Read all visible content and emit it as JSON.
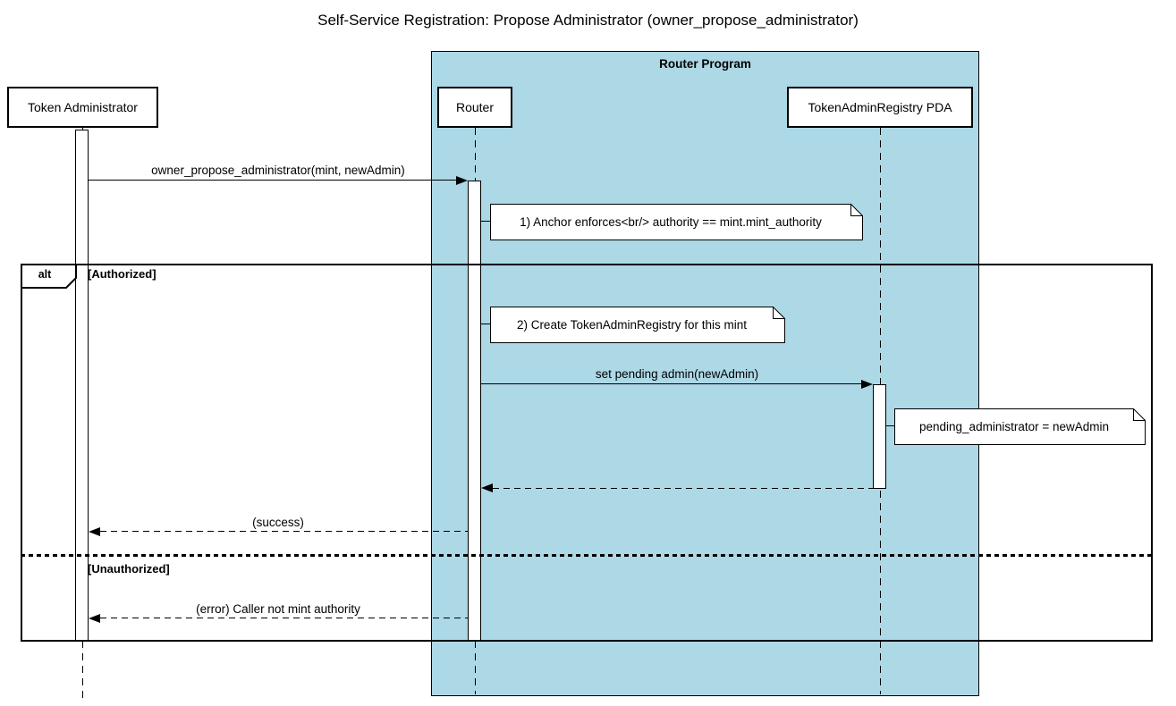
{
  "title": "Self-Service Registration: Propose Administrator (owner_propose_administrator)",
  "program_group": {
    "label": "Router Program",
    "fill": "#ADD8E6"
  },
  "participants": [
    {
      "label": "Token Administrator"
    },
    {
      "label": "Router"
    },
    {
      "label": "TokenAdminRegistry PDA"
    }
  ],
  "alt_frame": {
    "operator": "alt",
    "sections": [
      {
        "condition": "[Authorized]"
      },
      {
        "condition": "[Unauthorized]"
      }
    ]
  },
  "messages": [
    {
      "from": "Token Administrator",
      "to": "Router",
      "style": "solid",
      "label": "owner_propose_administrator(mint, newAdmin)"
    },
    {
      "from": "Router",
      "to": "TokenAdminRegistry PDA",
      "style": "solid",
      "label": "set pending admin(newAdmin)"
    },
    {
      "from": "TokenAdminRegistry PDA",
      "to": "Router",
      "style": "dashed",
      "label": ""
    },
    {
      "from": "Router",
      "to": "Token Administrator",
      "style": "dashed",
      "label": "(success)"
    },
    {
      "from": "Router",
      "to": "Token Administrator",
      "style": "dashed",
      "label": "(error) Caller not mint authority"
    }
  ],
  "notes": [
    {
      "text": "1) Anchor enforces<br/> authority == mint.mint_authority"
    },
    {
      "text": "2) Create TokenAdminRegistry for this mint"
    },
    {
      "text": "pending_administrator = newAdmin"
    }
  ]
}
